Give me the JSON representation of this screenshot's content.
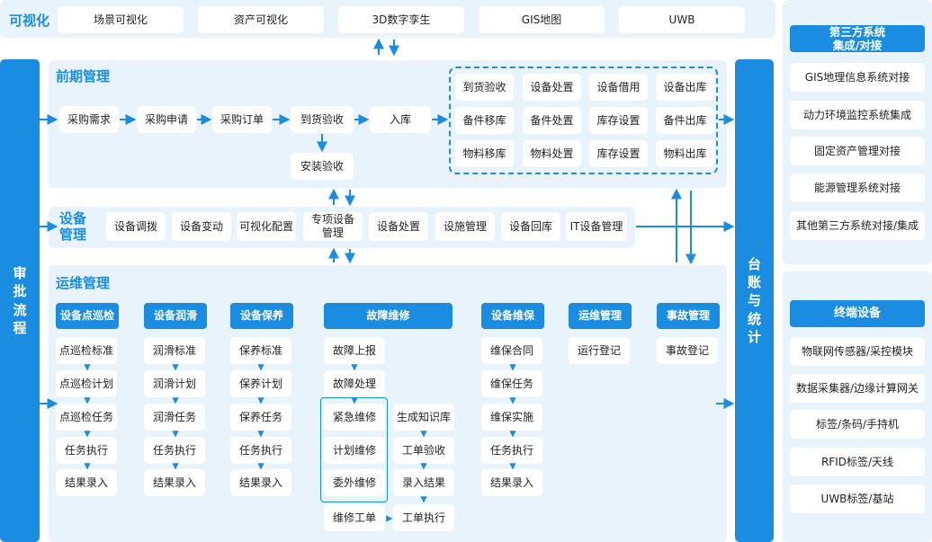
{
  "top": {
    "title": "可视化",
    "items": [
      "场景可视化",
      "资产可视化",
      "3D数字孪生",
      "GIS地图",
      "UWB"
    ]
  },
  "left_bar": {
    "chars": [
      "审",
      "批",
      "流",
      "程"
    ]
  },
  "center_bar": {
    "chars": [
      "台",
      "账",
      "与",
      "统",
      "计"
    ]
  },
  "preliminary": {
    "title": "前期管理",
    "flow": [
      "采购需求",
      "采购申请",
      "采购订单",
      "到货验收",
      "入库"
    ],
    "install": "安装验收",
    "grid": [
      [
        "到货验收",
        "设备处置",
        "设备借用",
        "设备出库"
      ],
      [
        "备件移库",
        "备件处置",
        "库存设置",
        "备件出库"
      ],
      [
        "物料移库",
        "物料处置",
        "库存设置",
        "物料出库"
      ]
    ]
  },
  "equipment": {
    "title": [
      "设备",
      "管理"
    ],
    "items": [
      "设备调拨",
      "设备变动",
      "可视化配置",
      "专项设备\n管理",
      "设备处置",
      "设施管理",
      "设备回库",
      "IT设备管理"
    ]
  },
  "ops": {
    "title": "运维管理",
    "columns": [
      {
        "header": "设备点巡检",
        "items": [
          "点巡检标准",
          "点巡检计划",
          "点巡检任务",
          "任务执行",
          "结果录入"
        ]
      },
      {
        "header": "设备润滑",
        "items": [
          "润滑标准",
          "润滑计划",
          "润滑任务",
          "任务执行",
          "结果录入"
        ]
      },
      {
        "header": "设备保养",
        "items": [
          "保养标准",
          "保养计划",
          "保养任务",
          "任务执行",
          "结果录入"
        ]
      },
      {
        "header": "设备维保",
        "items": [
          "维保合同",
          "维保任务",
          "维保实施",
          "任务执行",
          "结果录入"
        ]
      },
      {
        "header": "运维管理",
        "items": [
          "运行登记"
        ]
      },
      {
        "header": "事故管理",
        "items": [
          "事故登记"
        ]
      }
    ],
    "fault": {
      "header": "故障维修",
      "left": [
        "故障上报",
        "故障处理"
      ],
      "group": [
        "紧急维修",
        "计划维修",
        "委外维修"
      ],
      "right": [
        "生成知识库",
        "工单验收",
        "录入结果",
        "工单执行"
      ],
      "order": "维修工单"
    }
  },
  "third_party": {
    "header": "第三方系统\n集成/对接",
    "items": [
      "GIS地理信息系统对接",
      "动力环境监控系统集成",
      "固定资产管理对接",
      "能源管理系统对接",
      "其他第三方系统对接/集成"
    ]
  },
  "terminal": {
    "header": "终端设备",
    "items": [
      "物联网传感器/采控模块",
      "数据采集器/边缘计算网关",
      "标签/条码/手持机",
      "RFID标签/天线",
      "UWB标签/基站"
    ]
  },
  "colors": {
    "accent": "#1a8de0",
    "panel": "#e9f3fb",
    "text": "#222222"
  }
}
